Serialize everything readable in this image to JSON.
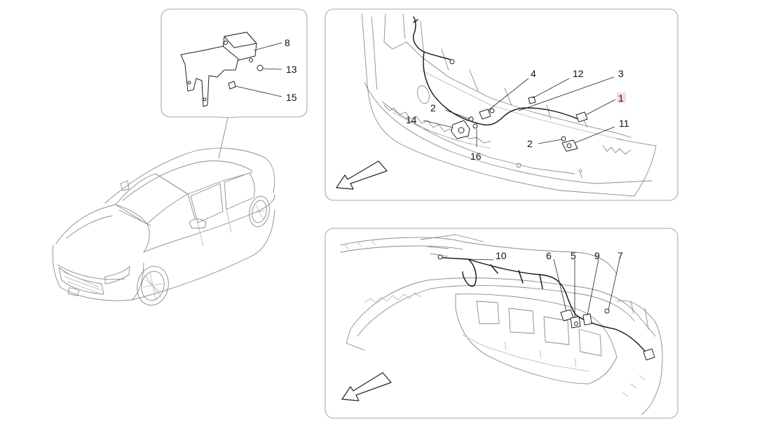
{
  "callouts": {
    "c1": "1",
    "c2a": "2",
    "c2b": "2",
    "c3": "3",
    "c4": "4",
    "c5": "5",
    "c6": "6",
    "c7": "7",
    "c8": "8",
    "c9": "9",
    "c10": "10",
    "c11": "11",
    "c12": "12",
    "c13": "13",
    "c14": "14",
    "c15": "15",
    "c16": "16"
  },
  "highlight": {
    "callout": "1",
    "color": "#fbd9e3"
  },
  "icons": {
    "direction_arrow": "front-direction-arrow-icon"
  },
  "colors": {
    "frame": "#a8a8a8",
    "line": "#8a8a8a",
    "ink": "#111111"
  }
}
